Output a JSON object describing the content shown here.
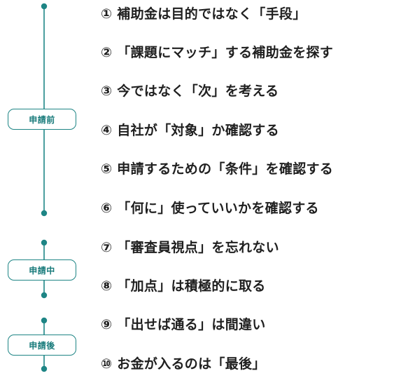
{
  "phases": [
    {
      "label": "申請前"
    },
    {
      "label": "申請中"
    },
    {
      "label": "申請後"
    }
  ],
  "steps": [
    "① 補助金は目的ではなく「手段」",
    "② 「課題にマッチ」する補助金を探す",
    "③ 今ではなく「次」を考える",
    "④ 自社が「対象」か確認する",
    "⑤ 申請するための「条件」を確認する",
    "⑥ 「何に」使っていいかを確認する",
    "⑦ 「審査員視点」を忘れない",
    "⑧ 「加点」は積極的に取る",
    "⑨ 「出せば通る」は間違い",
    "⑩ お金が入るのは「最後」"
  ],
  "colors": {
    "line": "#1e8585",
    "text": "#1f1f1f"
  }
}
